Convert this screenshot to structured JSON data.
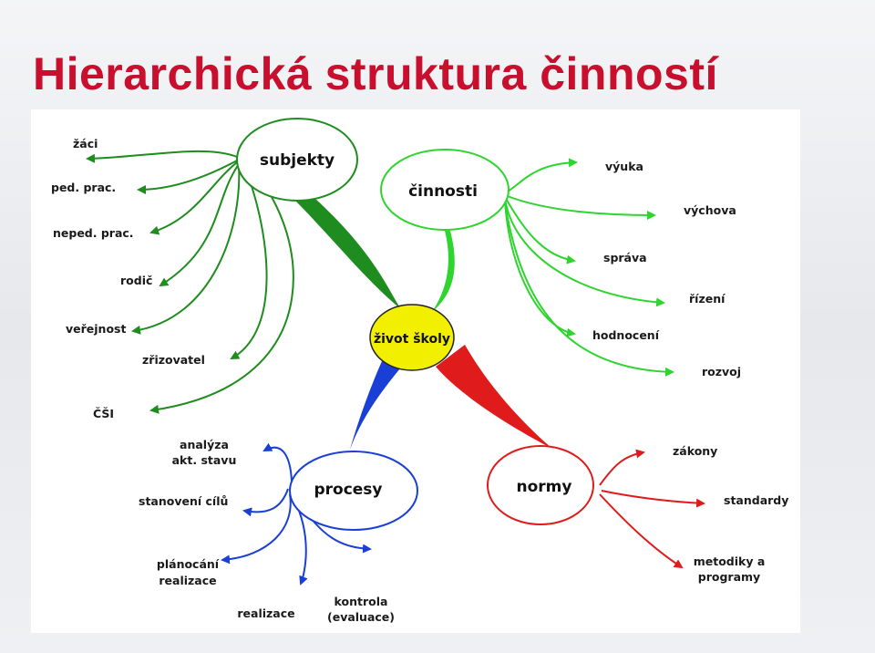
{
  "title": "Hierarchická struktura činností",
  "center": {
    "label": "život školy",
    "color": "#f2ef00"
  },
  "colors": {
    "title": "#c8102e",
    "subjekty": "#1e8c1e",
    "cinnosti": "#2ed52e",
    "procesy": "#1a3fd6",
    "normy": "#e01b1b"
  },
  "nodes": {
    "subjekty": {
      "label": "subjekty",
      "items": [
        "žáci",
        "ped. prac.",
        "neped. prac.",
        "rodič",
        "veřejnost",
        "zřizovatel",
        "ČŠI"
      ]
    },
    "cinnosti": {
      "label": "činnosti",
      "items": [
        "výuka",
        "výchova",
        "správa",
        "řízení",
        "hodnocení",
        "rozvoj"
      ]
    },
    "procesy": {
      "label": "procesy",
      "items": [
        [
          "analýza",
          "akt. stavu"
        ],
        [
          "stanovení cílů"
        ],
        [
          "plánocání",
          "realizace"
        ],
        [
          "realizace"
        ],
        [
          "kontrola",
          "(evaluace)"
        ]
      ]
    },
    "normy": {
      "label": "normy",
      "items": [
        [
          "zákony"
        ],
        [
          "standardy"
        ],
        [
          "metodiky a",
          "programy"
        ]
      ]
    }
  }
}
